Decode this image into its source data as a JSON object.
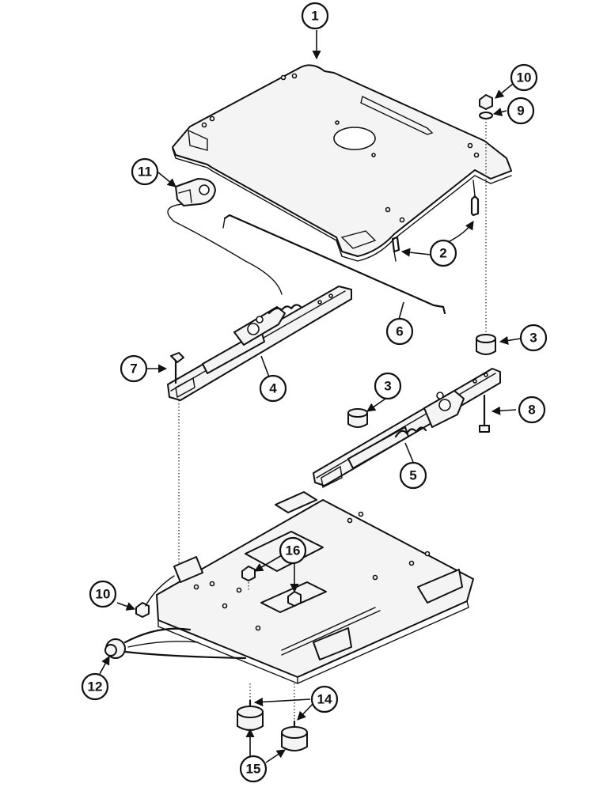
{
  "callouts": [
    {
      "id": "c1",
      "label": "1"
    },
    {
      "id": "c2",
      "label": "2"
    },
    {
      "id": "c3a",
      "label": "3"
    },
    {
      "id": "c3b",
      "label": "3"
    },
    {
      "id": "c4",
      "label": "4"
    },
    {
      "id": "c5",
      "label": "5"
    },
    {
      "id": "c6",
      "label": "6"
    },
    {
      "id": "c7",
      "label": "7"
    },
    {
      "id": "c8",
      "label": "8"
    },
    {
      "id": "c9",
      "label": "9"
    },
    {
      "id": "c10a",
      "label": "10"
    },
    {
      "id": "c10b",
      "label": "10"
    },
    {
      "id": "c11",
      "label": "11"
    },
    {
      "id": "c12",
      "label": "12"
    },
    {
      "id": "c14",
      "label": "14"
    },
    {
      "id": "c15",
      "label": "15"
    },
    {
      "id": "c16",
      "label": "16"
    }
  ]
}
